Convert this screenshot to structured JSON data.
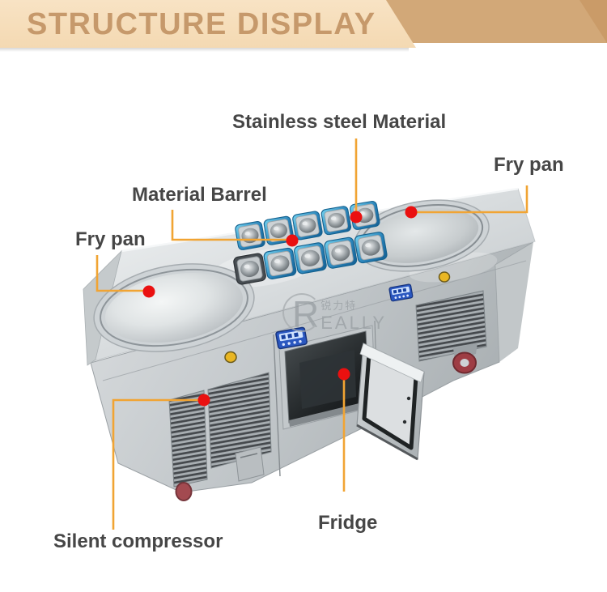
{
  "header": {
    "title": "STRUCTURE DISPLAY"
  },
  "labels": {
    "stainless_steel": "Stainless steel Material",
    "fry_pan_right": "Fry pan",
    "material_barrel": "Material Barrel",
    "fry_pan_left": "Fry pan",
    "silent_compressor": "Silent compressor",
    "fridge": "Fridge"
  },
  "watermark": {
    "initial": "R",
    "chinese": "锐力特",
    "rest": "EALLY"
  },
  "colors": {
    "banner_light": "#F6DCB8",
    "banner_dark": "#D2A878",
    "banner_text": "#C6996B",
    "label_text": "#464646",
    "leader_line": "#F1A433",
    "pointer_dot": "#E81212",
    "barrel_blue": "#2E86BC",
    "machine_steel": "#C6CBCE"
  }
}
